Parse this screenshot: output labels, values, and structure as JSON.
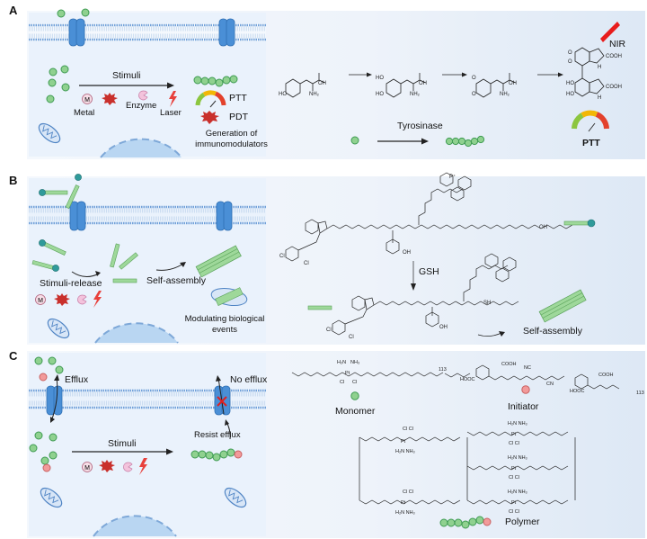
{
  "figure": {
    "panels": [
      {
        "label": "A",
        "cell_schematic": {
          "arrow_label": "Stimuli",
          "stimuli": [
            "Metal",
            "Enzyme",
            "Laser"
          ],
          "stimulus_icons": [
            "metal-icon",
            "ros-icon",
            "enzyme-icon",
            "laser-icon"
          ],
          "outcomes": [
            "PTT",
            "PDT"
          ],
          "outcome_caption": "Generation of immunomodulators"
        },
        "chemistry": {
          "enzyme_label": "Tyrosinase",
          "product_labels": [
            "NIR",
            "PTT"
          ],
          "groups": [
            "OH",
            "NH2",
            "HO",
            "O",
            "COOH",
            "N",
            "H"
          ]
        }
      },
      {
        "label": "B",
        "cell_schematic": {
          "release_label": "Stimuli-release",
          "assembly_label": "Self-assembly",
          "effect_caption": "Modulating biological events"
        },
        "chemistry": {
          "reagent_label": "GSH",
          "result_label": "Self-assembly",
          "groups": [
            "Cl",
            "N",
            "OH",
            "SH",
            "P+"
          ]
        }
      },
      {
        "label": "C",
        "cell_schematic": {
          "efflux_label": "Efflux",
          "no_efflux_label": "No efflux",
          "resist_label": "Resist efflux",
          "arrow_label": "Stimuli"
        },
        "chemistry": {
          "monomer_label": "Monomer",
          "initiator_label": "Initiator",
          "polymer_label": "Polymer",
          "groups": [
            "H2N",
            "NH3",
            "Pt",
            "Cl",
            "COOH",
            "HOOC",
            "NC",
            "CN",
            "113"
          ]
        }
      }
    ],
    "colors": {
      "green_bead": "#8fd18f",
      "green_bead_stroke": "#3f9b53",
      "red_bead": "#f29a9a",
      "channel_blue": "#4a8fd6",
      "membrane": "#6f9fd8",
      "nucleus": "#b9d6f2",
      "ros_red": "#c9302c",
      "laser_red": "#e8413c",
      "rod_green": "#9ed89a",
      "teal_head": "#2f9a9a"
    }
  }
}
